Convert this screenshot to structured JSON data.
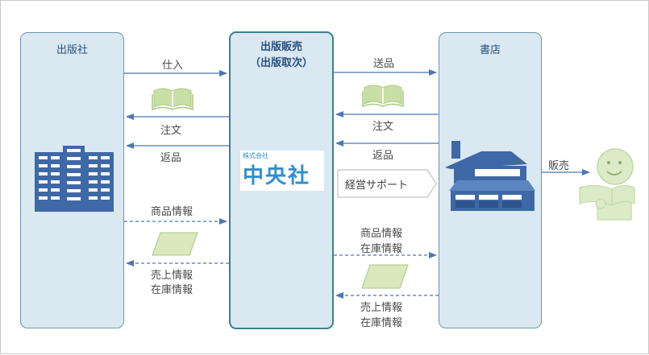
{
  "entities": {
    "publisher": "出版社",
    "distributor_line1": "出版販売",
    "distributor_line2": "（出版取次）",
    "bookstore": "書店"
  },
  "flows": {
    "purchase": "仕入",
    "order_left": "注文",
    "return_left": "返品",
    "product_info_left": "商品情報",
    "sales_info_left_1": "売上情報",
    "sales_info_left_2": "在庫情報",
    "shipping": "送品",
    "order_right": "注文",
    "return_right": "返品",
    "product_info_right_1": "商品情報",
    "product_info_right_2": "在庫情報",
    "sales_info_right_1": "売上情報",
    "sales_info_right_2": "在庫情報",
    "management_support": "経営サポート",
    "sale": "販売"
  },
  "logo": {
    "small": "株式会社",
    "main": "中央社"
  },
  "colors": {
    "box_fill": "#d9e8f1",
    "box_border": "#6e97a8",
    "center_border": "#3e7f8a",
    "arrow": "#4a78b4",
    "book": "#c8dfa6",
    "building": "#3f68a6",
    "accent_text": "#2b4f7e"
  }
}
